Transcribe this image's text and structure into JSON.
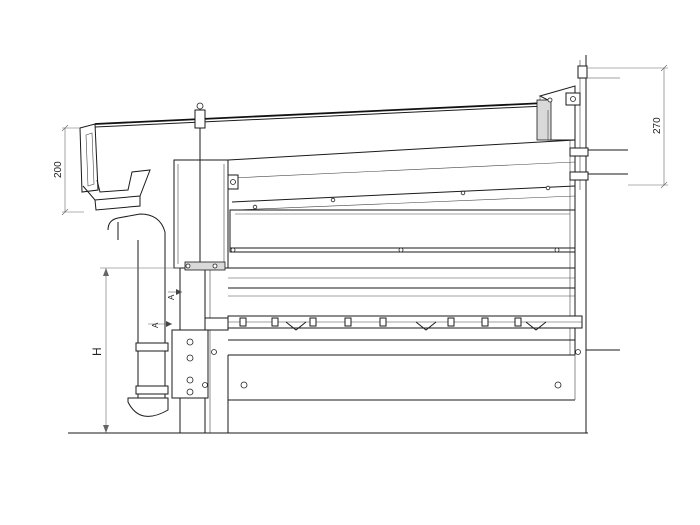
{
  "dimensions": {
    "left_height": "200",
    "right_height": "270",
    "overall_height": "H"
  },
  "section_labels": {
    "upper": "A",
    "lower": "A"
  }
}
